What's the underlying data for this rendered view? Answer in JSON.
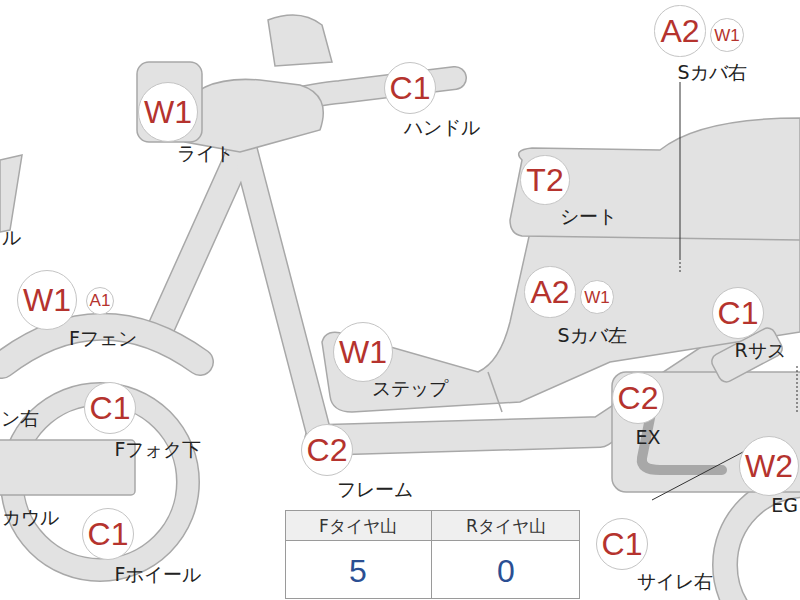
{
  "diagram": {
    "nodes": [
      {
        "text": [
          "A2"
        ]
      },
      {
        "text": [
          "W1"
        ]
      },
      {
        "text": [
          "C1"
        ]
      },
      {
        "text": [
          "W1"
        ]
      },
      {
        "text": [
          "T2"
        ]
      },
      {
        "text": [
          "A2"
        ]
      },
      {
        "text": [
          "W1"
        ]
      },
      {
        "text": [
          "W1"
        ]
      },
      {
        "text": [
          "A1"
        ]
      },
      {
        "text": [
          "C1"
        ]
      },
      {
        "text": [
          "W1"
        ]
      },
      {
        "text": [
          "C2"
        ]
      },
      {
        "text": [
          "C1"
        ]
      },
      {
        "text": [
          "C2"
        ]
      },
      {
        "text": [
          "W2"
        ]
      },
      {
        "text": [
          "C1"
        ]
      },
      {
        "text": [
          "C1"
        ]
      }
    ],
    "edges": [],
    "labels": [
      "ル",
      "Sカバ右",
      "ライト",
      "ハンドル",
      "シート",
      "Fフェン",
      "Sカバ左",
      "Rサス",
      "ステップ",
      "ン右",
      "EX",
      "Fフォク下",
      "フレーム",
      "EG",
      "カウル",
      "Fタイヤ山",
      "Rタイヤ山",
      "5",
      "0",
      "Fホイール",
      "サイレ右"
    ]
  }
}
